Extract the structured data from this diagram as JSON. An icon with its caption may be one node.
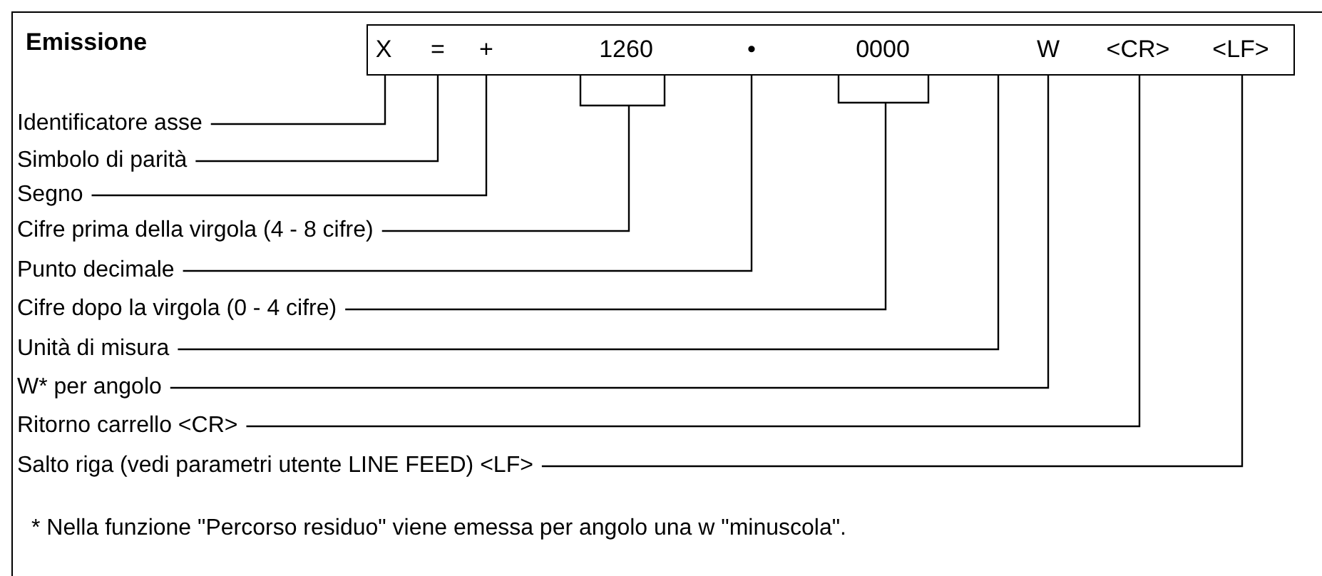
{
  "diagram": {
    "title": "Emissione",
    "nodes": [
      {
        "text": [],
        "shape": "box"
      },
      {
        "text": [
          "X"
        ],
        "in": 0
      },
      {
        "text": [
          "="
        ],
        "in": 0
      },
      {
        "text": [
          "+"
        ],
        "in": 0
      },
      {
        "text": [
          "1260"
        ],
        "in": 0
      },
      {
        "text": [
          "•"
        ],
        "in": 0
      },
      {
        "text": [
          "0000"
        ],
        "in": 0
      },
      {
        "text": [
          "W"
        ],
        "in": 0
      },
      {
        "text": [
          "<CR>"
        ],
        "in": 0
      },
      {
        "text": [
          "<LF>"
        ],
        "in": 0
      },
      {
        "text": [
          "Identificatore asse"
        ]
      },
      {
        "text": [
          "Simbolo di parità"
        ]
      },
      {
        "text": [
          "Segno"
        ]
      },
      {
        "text": [
          "Cifre prima della virgola (4 - 8 cifre)"
        ]
      },
      {
        "text": [
          "Punto decimale"
        ]
      },
      {
        "text": [
          "Cifre dopo la virgola (0 - 4 cifre)"
        ]
      },
      {
        "text": [
          "Unità di misura"
        ]
      },
      {
        "text": [
          "W* per angolo"
        ]
      },
      {
        "text": [
          "Ritorno carrello <CR>"
        ]
      },
      {
        "text": [
          "Salto riga (vedi parametri utente LINE FEED) <LF>"
        ]
      }
    ],
    "edges": [
      {
        "from": 10,
        "to": 1,
        "arrow": "none"
      },
      {
        "from": 11,
        "to": 2,
        "arrow": "none"
      },
      {
        "from": 12,
        "to": 3,
        "arrow": "none"
      },
      {
        "from": 13,
        "to": 4,
        "arrow": "none"
      },
      {
        "from": 14,
        "to": 5,
        "arrow": "none"
      },
      {
        "from": 15,
        "to": 6,
        "arrow": "none"
      },
      {
        "from": 16,
        "to": 0,
        "arrow": "none"
      },
      {
        "from": 17,
        "to": 7,
        "arrow": "none"
      },
      {
        "from": 18,
        "to": 8,
        "arrow": "none"
      },
      {
        "from": 19,
        "to": 9,
        "arrow": "none"
      }
    ],
    "labels": [
      "* Nella funzione \"Percorso residuo\" viene emessa per angolo una w \"minuscola\"."
    ]
  }
}
